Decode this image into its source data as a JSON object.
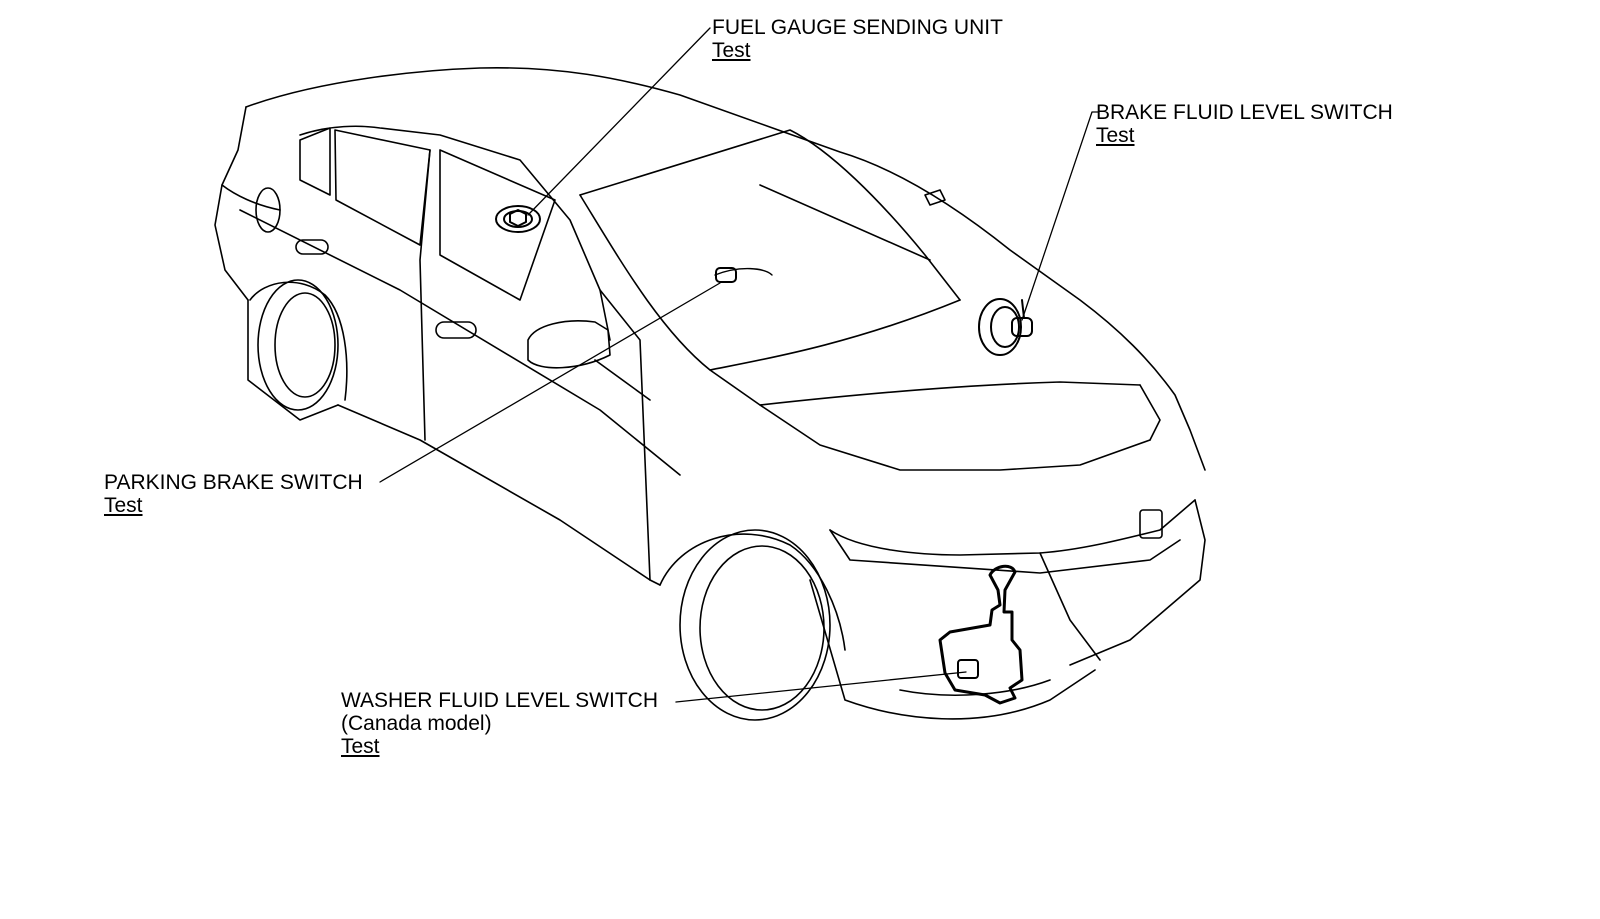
{
  "callouts": {
    "fuel_gauge": {
      "title": "FUEL GAUGE SENDING UNIT",
      "link": "Test"
    },
    "brake_fluid": {
      "title": "BRAKE FLUID LEVEL SWITCH",
      "link": "Test"
    },
    "parking_brake": {
      "title": "PARKING BRAKE SWITCH",
      "link": "Test"
    },
    "washer_fluid": {
      "title": "WASHER FLUID LEVEL SWITCH",
      "subtitle": "(Canada model)",
      "link": "Test"
    }
  },
  "colors": {
    "line": "#000000",
    "background": "#ffffff"
  }
}
